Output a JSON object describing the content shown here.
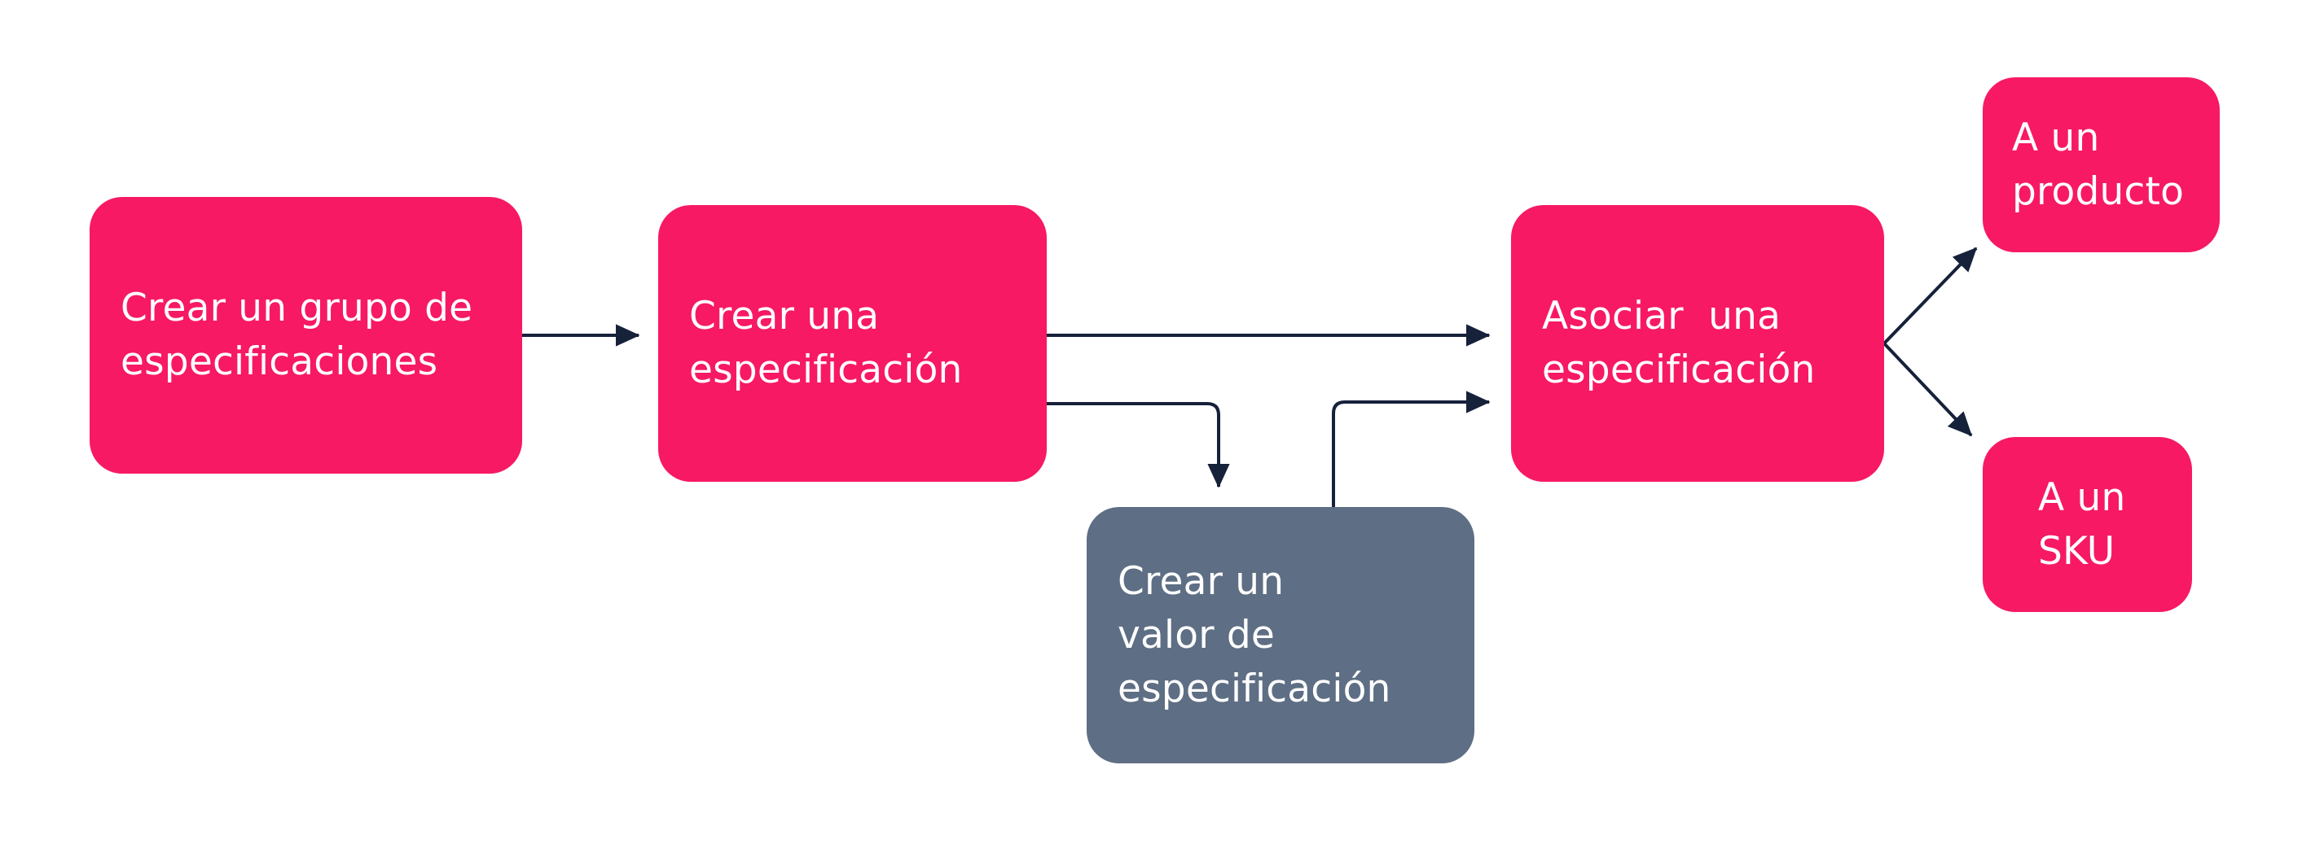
{
  "diagram": {
    "nodes": [
      {
        "id": "group",
        "lines": [
          "Crear un grupo de",
          "especificaciones"
        ],
        "color": "#f71963"
      },
      {
        "id": "spec",
        "lines": [
          "Crear una",
          "especificación"
        ],
        "color": "#f71963"
      },
      {
        "id": "value",
        "lines": [
          "Crear un",
          "valor de",
          "especificación"
        ],
        "color": "#5e6e84"
      },
      {
        "id": "assoc",
        "lines": [
          "Asociar  una",
          "especificación"
        ],
        "color": "#f71963"
      },
      {
        "id": "product",
        "lines": [
          "A un",
          "producto"
        ],
        "color": "#f71963"
      },
      {
        "id": "sku",
        "lines": [
          "A un",
          "SKU"
        ],
        "color": "#f71963"
      }
    ],
    "edges": [
      {
        "from": "group",
        "to": "spec"
      },
      {
        "from": "spec",
        "to": "assoc"
      },
      {
        "from": "spec",
        "to": "value"
      },
      {
        "from": "value",
        "to": "assoc"
      },
      {
        "from": "assoc",
        "to": "product"
      },
      {
        "from": "assoc",
        "to": "sku"
      }
    ],
    "arrow_color": "#16213a"
  }
}
